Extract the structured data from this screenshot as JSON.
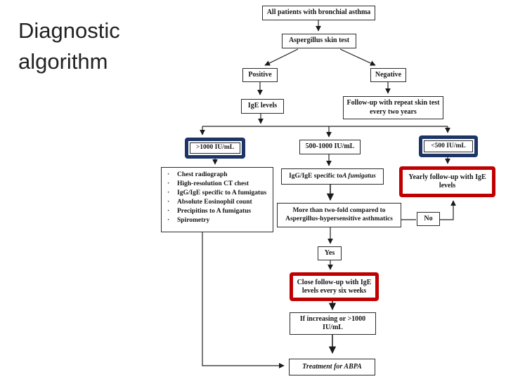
{
  "slide": {
    "title": "Diagnostic algorithm"
  },
  "flowchart": {
    "nodes": {
      "all_patients": "All patients with bronchial asthma",
      "skin_test": "Aspergillus skin test",
      "positive": "Positive",
      "negative": "Negative",
      "ige_levels": "IgE levels",
      "followup_skin": "Follow-up with repeat skin test every two years",
      "gt1000": ">1000 IU/mL",
      "mid_range": "500-1000 IU/mL",
      "lt500": "<500 IU/mL",
      "workup_items": [
        "Chest radiograph",
        "High-resolution CT chest",
        "IgG/IgE specific to A fumigatus",
        "Absolute Eosinophil count",
        "Precipitins to A fumigatus",
        "Spirometry"
      ],
      "igg_ige_prefix": "IgG/IgE specific to ",
      "igg_ige_species": "A fumigatus",
      "yearly_followup": "Yearly follow-up with IgE levels",
      "two_fold": "More than two-fold compared to Aspergillus-hypersensitive asthmatics",
      "no": "No",
      "yes": "Yes",
      "close_followup": "Close follow-up with IgE levels every six weeks",
      "if_increasing": "If increasing or >1000 IU/mL",
      "treatment": "Treatment for ABPA"
    },
    "colors": {
      "highlight_navy": "#1c3566",
      "highlight_red": "#c00000",
      "connector_line": "#222222",
      "box_border": "#2b2b2b"
    }
  }
}
